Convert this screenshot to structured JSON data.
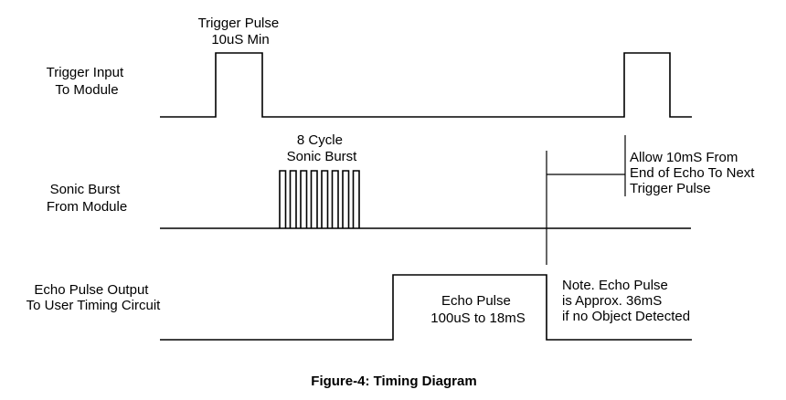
{
  "signals": {
    "trigger_label": [
      "Trigger Input",
      "To Module"
    ],
    "burst_label": [
      "Sonic Burst",
      "From Module"
    ],
    "echo_label": [
      "Echo Pulse Output",
      "To User Timing Circuit"
    ]
  },
  "annotations": {
    "trigger_pulse": [
      "Trigger Pulse",
      "10uS Min"
    ],
    "sonic_burst": [
      "8 Cycle",
      "Sonic Burst"
    ],
    "allow_note": [
      "Allow 10mS From",
      "End of Echo To Next",
      "Trigger Pulse"
    ],
    "echo_pulse": [
      "Echo Pulse",
      "100uS to 18mS"
    ],
    "note": [
      "Note. Echo Pulse",
      "is Approx. 36mS",
      "if no Object Detected"
    ]
  },
  "caption": "Figure-4: Timing Diagram",
  "burst_cycles": 8
}
